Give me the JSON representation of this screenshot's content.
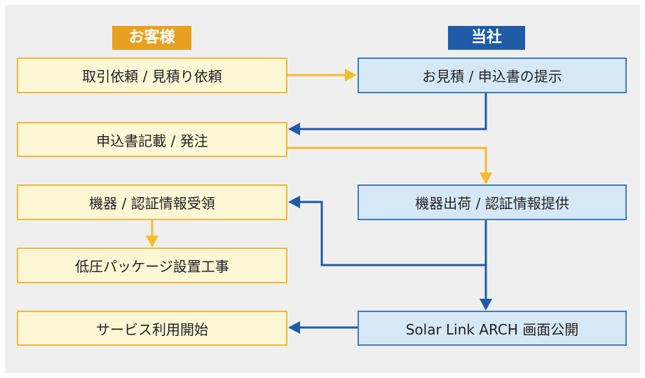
{
  "colors": {
    "panel_bg": "#efefef",
    "customer_header": "#e8a020",
    "company_header": "#1f5ba6",
    "customer_box_fill": "#fdf7d6",
    "customer_box_border": "#f3b83b",
    "company_box_fill": "#d6e8f6",
    "company_box_border": "#3f7dbd",
    "customer_arrow": "#f3bc2c",
    "company_arrow": "#1f5ba6"
  },
  "headers": {
    "customer": "お客様",
    "company": "当社"
  },
  "steps": {
    "request": "取引依頼 / 見積り依頼",
    "quote": "お見積 / 申込書の提示",
    "order": "申込書記載 / 発注",
    "ship": "機器出荷 / 認証情報提供",
    "receive": "機器 / 認証情報受領",
    "install": "低圧パッケージ設置工事",
    "publish": "Solar Link ARCH 画面公開",
    "start": "サービス利用開始"
  }
}
